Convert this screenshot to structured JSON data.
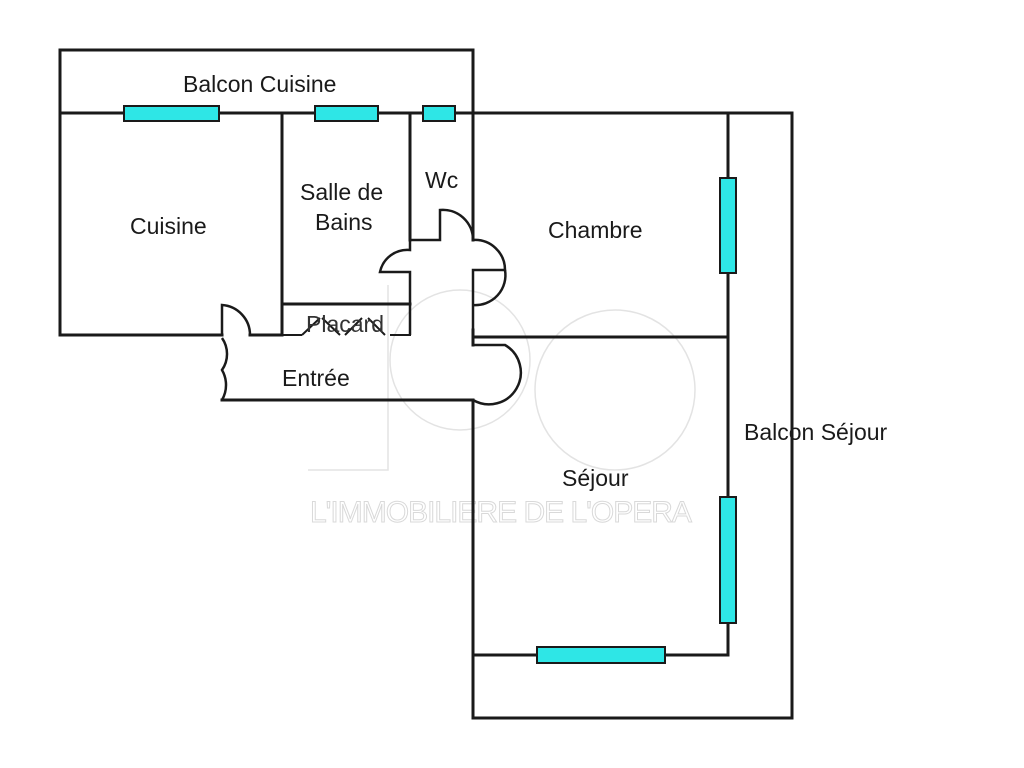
{
  "rooms": {
    "balcon_cuisine": "Balcon Cuisine",
    "cuisine": "Cuisine",
    "salle_de_bains_line1": "Salle de",
    "salle_de_bains_line2": "Bains",
    "wc": "Wc",
    "chambre": "Chambre",
    "placard": "Placard",
    "entree": "Entrée",
    "sejour": "Séjour",
    "balcon_sejour": "Balcon Séjour"
  },
  "watermark": {
    "text": "L'IMMOBILIERE DE L'OPERA"
  },
  "colors": {
    "window": "#2ee6e6",
    "wall": "#1a1a1a",
    "watermark": "#d9d9d9"
  }
}
